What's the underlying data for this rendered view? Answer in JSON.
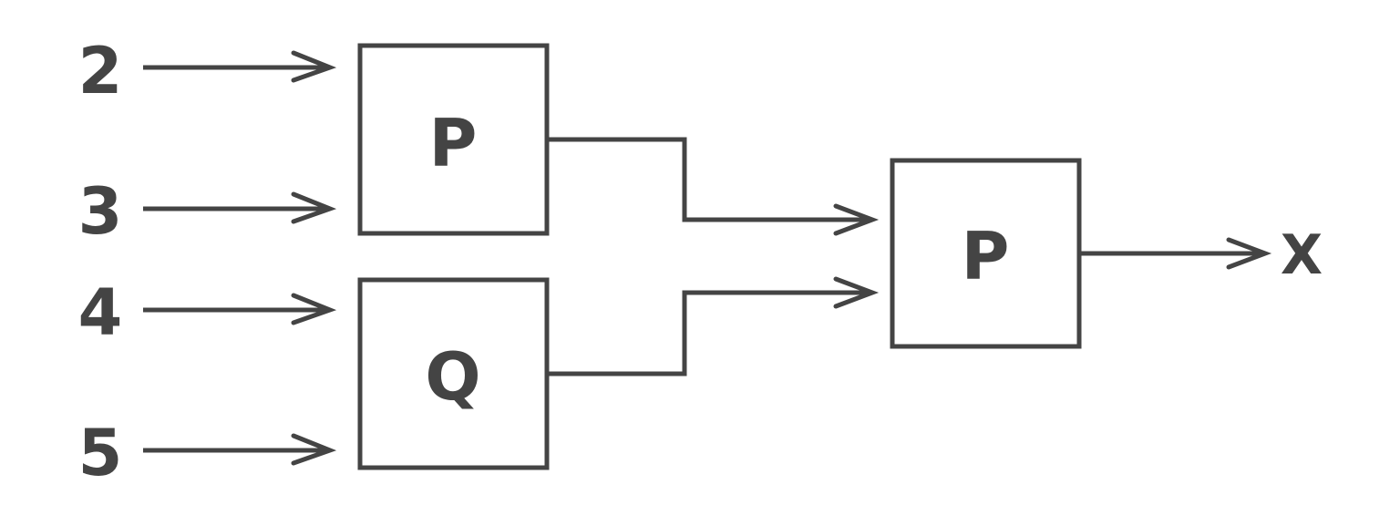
{
  "colors": {
    "stroke": "#444444",
    "background": "#ffffff"
  },
  "inputs": [
    {
      "label": "2"
    },
    {
      "label": "3"
    },
    {
      "label": "4"
    },
    {
      "label": "5"
    }
  ],
  "blocks": [
    {
      "label": "P"
    },
    {
      "label": "Q"
    },
    {
      "label": "P"
    }
  ],
  "output": {
    "label": "X"
  }
}
